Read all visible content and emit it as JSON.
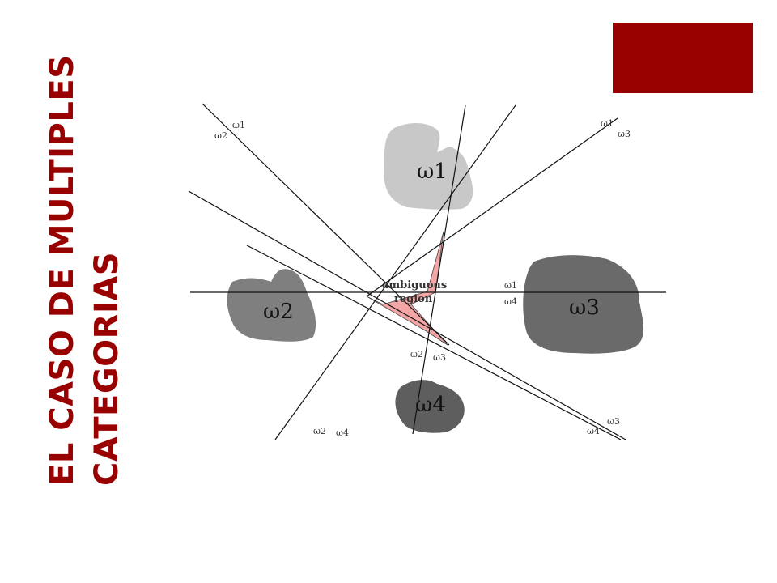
{
  "slide": {
    "title_line1": "EL CASO DE MULTIPLES",
    "title_line2": "CATEGORIAS",
    "accent_color": "#990000",
    "title_color": "#990000"
  },
  "diagram": {
    "regions": {
      "w1": "ω1",
      "w2": "ω2",
      "w3": "ω3",
      "w4": "ω4"
    },
    "ambiguous_line1": "ambiguous",
    "ambiguous_line2": "region",
    "line_labels": {
      "top_left": [
        "ω1",
        "ω2"
      ],
      "top_right": [
        "ω1",
        "ω3"
      ],
      "right_mid": [
        "ω1",
        "ω4"
      ],
      "center_bottom": [
        "ω2",
        "ω3"
      ],
      "bottom_left": [
        "ω2",
        "ω4"
      ],
      "bottom_right": [
        "ω3",
        "ω4"
      ]
    },
    "colors": {
      "region_w1": "#c8c8c8",
      "region_w2": "#7f7f7f",
      "region_w3": "#6a6a6a",
      "region_w4": "#5e5e5e",
      "ambiguous_fill": "#f4a6a6"
    }
  }
}
